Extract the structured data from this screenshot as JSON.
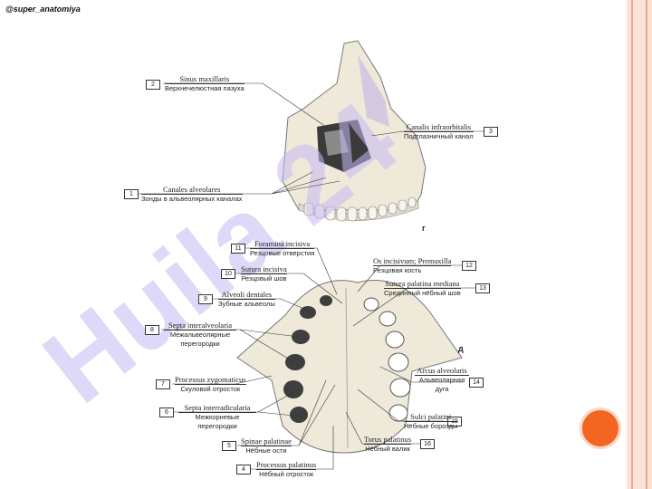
{
  "watermark_handle": "@super_anatomiya",
  "watermark_large": "Huila 24",
  "figure_letters": {
    "top": "г",
    "bottom": "д"
  },
  "colors": {
    "accent_circle": "#f26522",
    "side_band": "#fbe3d8",
    "watermark": "#c4b8f2",
    "bone": "#efe9da"
  },
  "labels": [
    {
      "num": "2",
      "latin": "Sinus maxillaris",
      "russian": "Верхнечелюстная пазуха"
    },
    {
      "num": "3",
      "latin": "Canalis infraorbitalis",
      "russian": "Подглазничный канал"
    },
    {
      "num": "1",
      "latin": "Canales alveolares",
      "russian": "Зонды в альвеолярных каналах"
    },
    {
      "num": "11",
      "latin": "Foramina incisiva",
      "russian": "Резцовые отверстия"
    },
    {
      "num": "10",
      "latin": "Sutura incisiva",
      "russian": "Резцовый шов"
    },
    {
      "num": "9",
      "latin": "Alveoli dentales",
      "russian": "Зубные альвеолы"
    },
    {
      "num": "8",
      "latin": "Septa interalveolaria",
      "russian": "Межальвеолярные перегородки"
    },
    {
      "num": "7",
      "latin": "Processus zygomaticus",
      "russian": "Скуловой отросток"
    },
    {
      "num": "6",
      "latin": "Septa interradicularia",
      "russian": "Межкорневые перегородки"
    },
    {
      "num": "5",
      "latin": "Spinae palatinae",
      "russian": "Нёбные ости"
    },
    {
      "num": "4",
      "latin": "Processus palatinus",
      "russian": "Нёбный отросток"
    },
    {
      "num": "12",
      "latin": "Os incisivum; Premaxilla",
      "russian": "Резцовая кость"
    },
    {
      "num": "13",
      "latin": "Sutura palatina mediana",
      "russian": "Срединный нёбный шов"
    },
    {
      "num": "14",
      "latin": "Arcus alveolaris",
      "russian": "Альвеолярная дуга"
    },
    {
      "num": "15",
      "latin": "Sulci palatini",
      "russian": "Нёбные борозды"
    },
    {
      "num": "16",
      "latin": "Torus palatinus",
      "russian": "Нёбный валик"
    }
  ]
}
